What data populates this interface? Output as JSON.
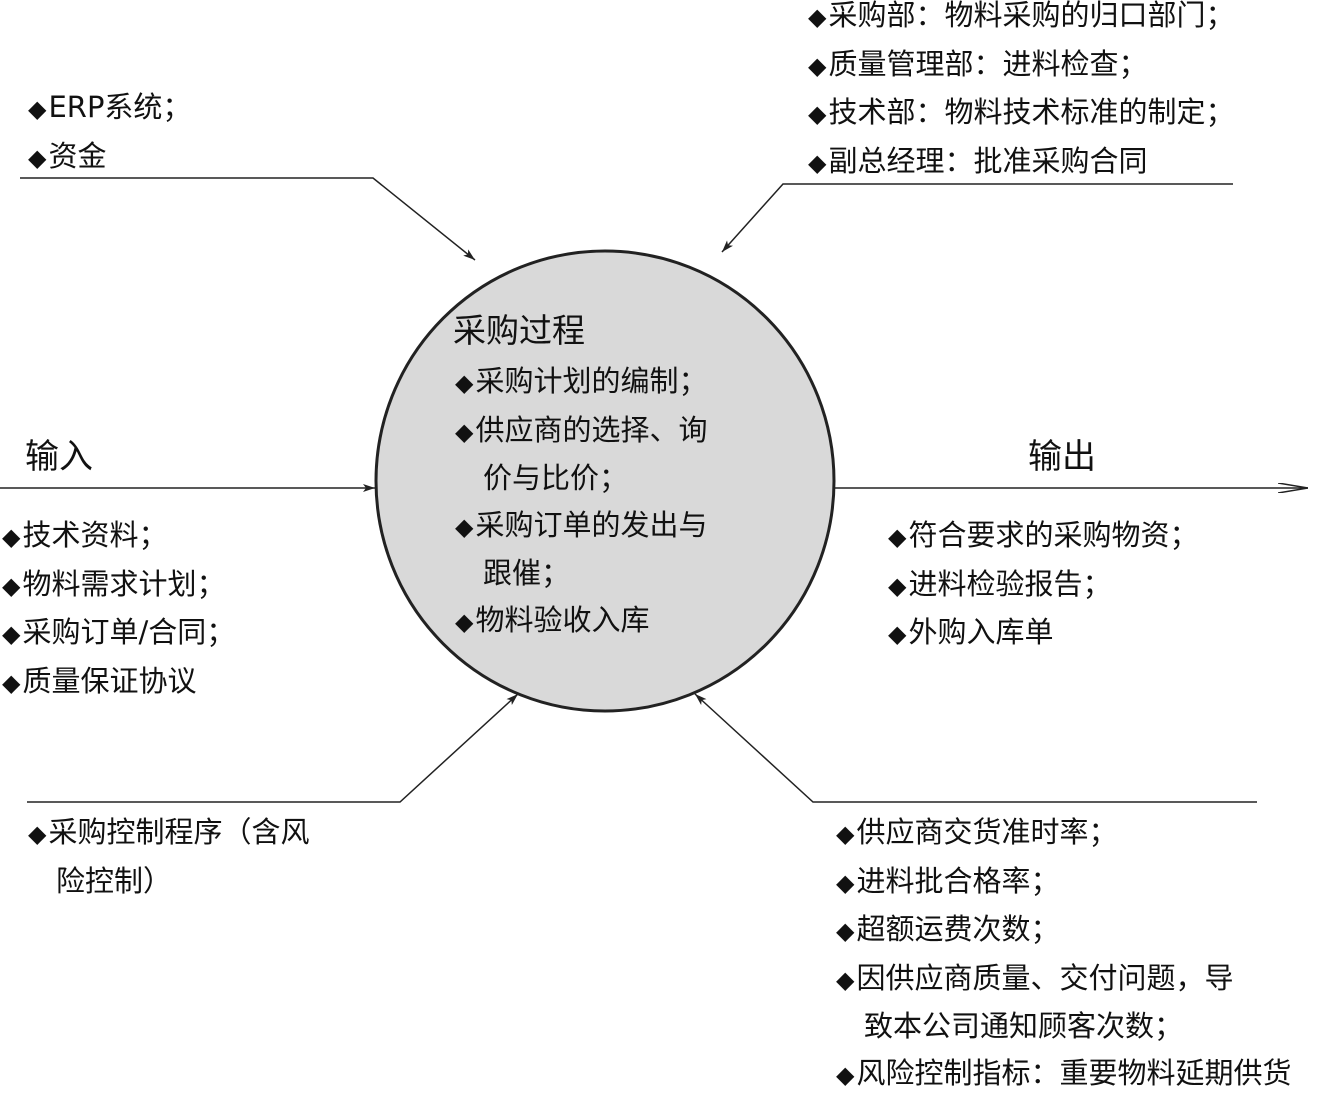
{
  "process": {
    "title": "采购过程",
    "items": [
      "采购计划的编制；",
      "供应商的选择、询",
      "价与比价；",
      "采购订单的发出与",
      "跟催；",
      "物料验收入库"
    ]
  },
  "input": {
    "label": "输入",
    "items": [
      "技术资料；",
      "物料需求计划；",
      "采购订单/合同；",
      "质量保证协议"
    ]
  },
  "output": {
    "label": "输出",
    "items": [
      "符合要求的采购物资；",
      "进料检验报告；",
      "外购入库单"
    ]
  },
  "resources": {
    "items": [
      "ERP系统；",
      "资金"
    ]
  },
  "responsibilities": {
    "items": [
      "采购部：物料采购的归口部门；",
      "质量管理部：进料检查；",
      "技术部：物料技术标准的制定；",
      "副总经理：批准采购合同"
    ]
  },
  "procedures": {
    "items": [
      "采购控制程序（含风",
      "险控制）"
    ]
  },
  "metrics": {
    "items": [
      "供应商交货准时率；",
      "进料批合格率；",
      "超额运费次数；",
      "因供应商质量、交付问题，导",
      "致本公司通知顾客次数；",
      "风险控制指标：重要物料延期供货"
    ]
  },
  "colors": {
    "circle_fill": "#d9d9d9",
    "line": "#222222",
    "text": "#111111"
  }
}
